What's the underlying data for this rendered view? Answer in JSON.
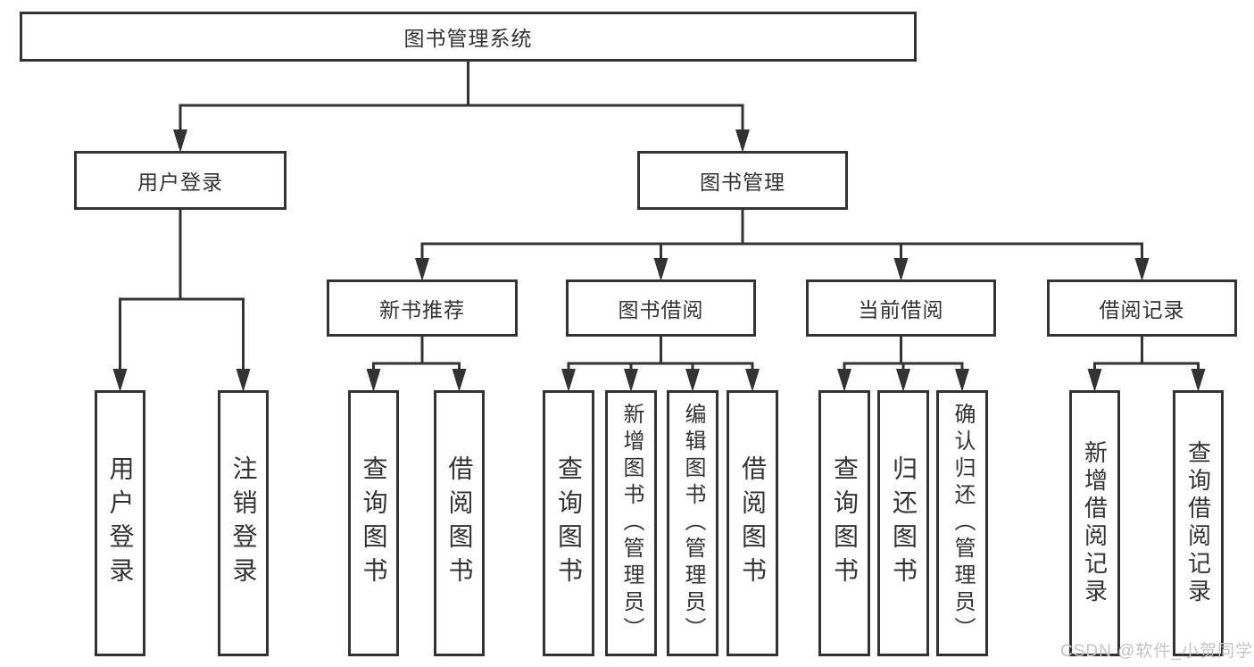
{
  "diagram_title": "图书管理系统",
  "nodes": [
    {
      "id": "root",
      "label": "图书管理系统",
      "parent": null
    },
    {
      "id": "user-login",
      "label": "用户登录",
      "parent": "root"
    },
    {
      "id": "book-mgmt",
      "label": "图书管理",
      "parent": "root"
    },
    {
      "id": "new-book",
      "label": "新书推荐",
      "parent": "book-mgmt"
    },
    {
      "id": "book-borrow",
      "label": "图书借阅",
      "parent": "book-mgmt"
    },
    {
      "id": "current-borrow",
      "label": "当前借阅",
      "parent": "book-mgmt"
    },
    {
      "id": "borrow-record",
      "label": "借阅记录",
      "parent": "book-mgmt"
    },
    {
      "id": "user-login-leaf",
      "label": "用户登录",
      "parent": "user-login"
    },
    {
      "id": "logout-leaf",
      "label": "注销登录",
      "parent": "user-login"
    },
    {
      "id": "nb-query",
      "label": "查询图书",
      "parent": "new-book"
    },
    {
      "id": "nb-borrow",
      "label": "借阅图书",
      "parent": "new-book"
    },
    {
      "id": "bb-query",
      "label": "查询图书",
      "parent": "book-borrow"
    },
    {
      "id": "bb-add",
      "label": "新增图书（管理员）",
      "parent": "book-borrow"
    },
    {
      "id": "bb-edit",
      "label": "编辑图书（管理员）",
      "parent": "book-borrow"
    },
    {
      "id": "bb-lend",
      "label": "借阅图书",
      "parent": "book-borrow"
    },
    {
      "id": "cb-query",
      "label": "查询图书",
      "parent": "current-borrow"
    },
    {
      "id": "cb-return",
      "label": "归还图书",
      "parent": "current-borrow"
    },
    {
      "id": "cb-confirm",
      "label": "确认归还（管理员）",
      "parent": "current-borrow"
    },
    {
      "id": "br-add",
      "label": "新增借阅记录",
      "parent": "borrow-record"
    },
    {
      "id": "br-query",
      "label": "查询借阅记录",
      "parent": "borrow-record"
    }
  ],
  "watermark": {
    "text": "CSDN @软件_小贺同学"
  },
  "colors": {
    "line": "#333333",
    "box_border": "#333333",
    "box_bg": "#ffffff",
    "text": "#333333",
    "watermark": "#c4c4c4"
  }
}
